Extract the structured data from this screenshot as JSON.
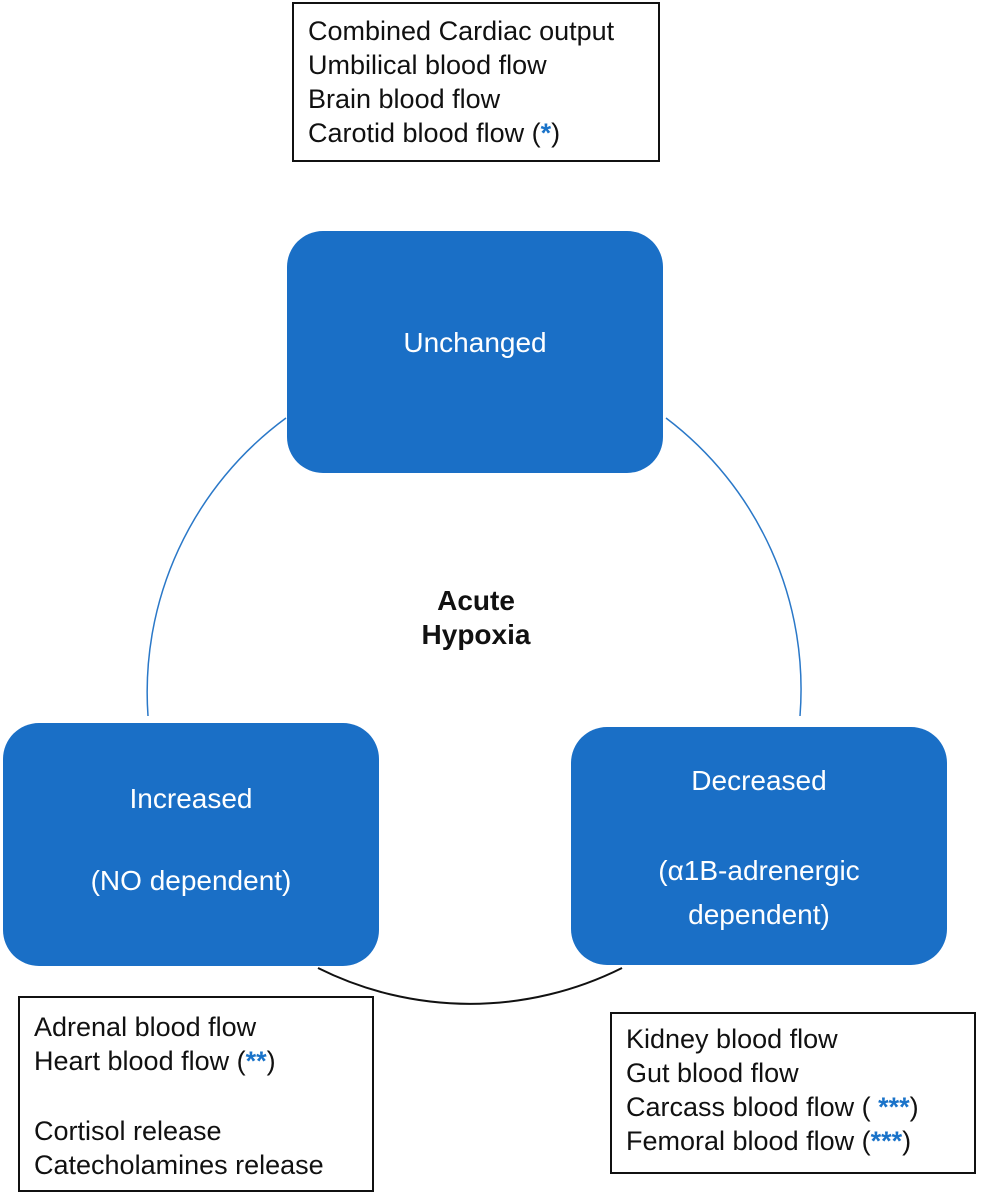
{
  "center": {
    "line1": "Acute",
    "line2": "Hypoxia"
  },
  "unchanged": {
    "title": "Unchanged",
    "items": [
      "Combined Cardiac output",
      "Umbilical blood flow",
      "Brain blood flow",
      "Carotid blood flow ("
    ],
    "marker": "*",
    "close": ")"
  },
  "increased": {
    "title": "Increased",
    "subtitle": "(NO dependent)",
    "items": [
      "Adrenal blood flow",
      "Heart blood flow (",
      "Cortisol release",
      "Catecholamines release"
    ],
    "marker": "**",
    "close": ")"
  },
  "decreased": {
    "title": "Decreased",
    "subtitle_line1": "(α1B-adrenergic",
    "subtitle_line2": "dependent)",
    "items": [
      "Kidney blood flow",
      "Gut blood flow",
      "Carcass blood flow ( ",
      "Femoral blood flow ("
    ],
    "marker": "***",
    "close": ")"
  },
  "colors": {
    "box_fill": "#1a6fc6",
    "marker": "#1a73c9",
    "arc_blue": "#2a78c8",
    "arc_black": "#111111"
  }
}
